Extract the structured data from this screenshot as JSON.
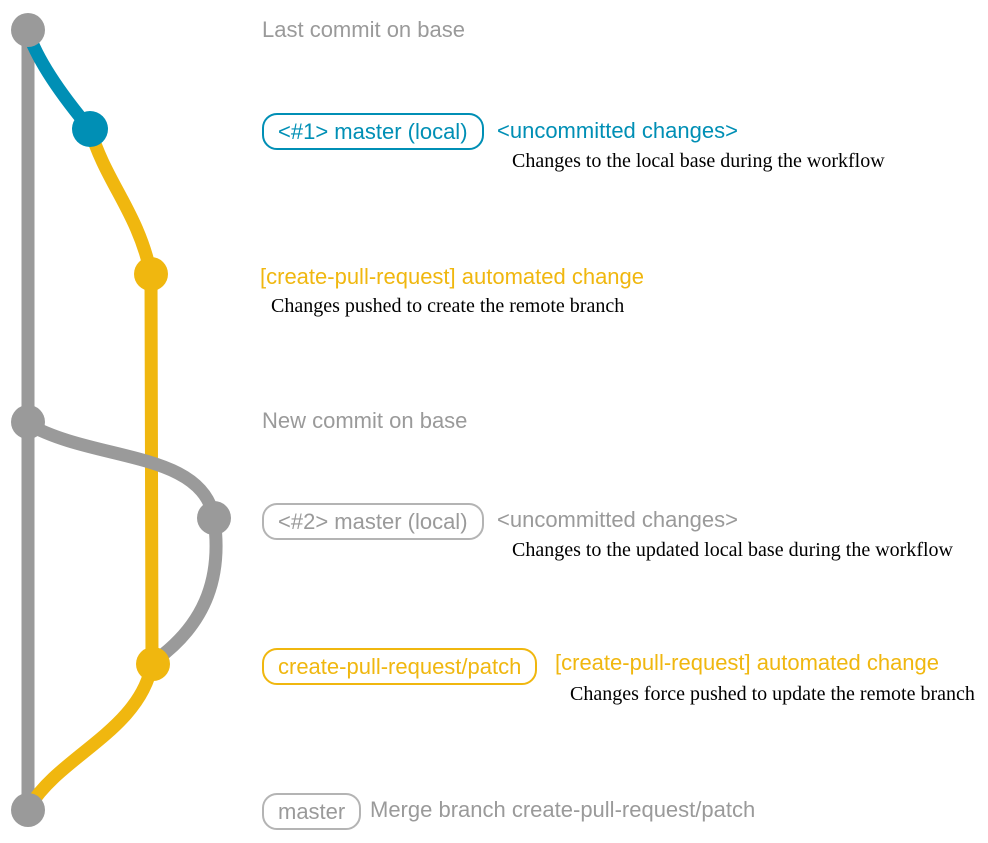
{
  "colors": {
    "gray": "#9a9a9a",
    "gray-border": "#b4b4b4",
    "teal": "#008fb5",
    "yellow": "#f0b70f",
    "ink": "#000000",
    "background": "#ffffff"
  },
  "rows": [
    {
      "title": "Last commit on base"
    },
    {
      "badge": "<#1> master (local)",
      "title": "<uncommitted changes>",
      "subtitle": "Changes to the local base during the workflow"
    },
    {
      "title": "[create-pull-request] automated change",
      "subtitle": "Changes pushed to create the remote branch"
    },
    {
      "title": "New commit on base"
    },
    {
      "badge": "<#2> master (local)",
      "title": "<uncommitted changes>",
      "subtitle": "Changes to the updated local base during the workflow"
    },
    {
      "badge": "create-pull-request/patch",
      "title": "[create-pull-request] automated change",
      "subtitle": "Changes force pushed to update the remote branch"
    },
    {
      "badge": "master",
      "title": "Merge branch create-pull-request/patch"
    }
  ],
  "graph": {
    "type": "git-graph",
    "branches": [
      {
        "name": "base",
        "color": "gray"
      },
      {
        "name": "master (local)",
        "color": "teal"
      },
      {
        "name": "create-pull-request/patch",
        "color": "yellow"
      }
    ],
    "dots": [
      "base-1",
      "local-1",
      "patch-1",
      "base-2",
      "local-2",
      "patch-2",
      "merge"
    ],
    "edges": [
      {
        "from": "base-1",
        "to": "merge",
        "color": "gray"
      },
      {
        "from": "base-1",
        "to": "local-1",
        "color": "teal"
      },
      {
        "from": "local-1",
        "to": "patch-1",
        "color": "yellow"
      },
      {
        "from": "patch-1",
        "to": "patch-2",
        "color": "yellow"
      },
      {
        "from": "base-2",
        "to": "local-2",
        "color": "gray"
      },
      {
        "from": "local-2",
        "to": "patch-2",
        "color": "gray"
      },
      {
        "from": "patch-2",
        "to": "merge",
        "color": "yellow"
      }
    ]
  }
}
